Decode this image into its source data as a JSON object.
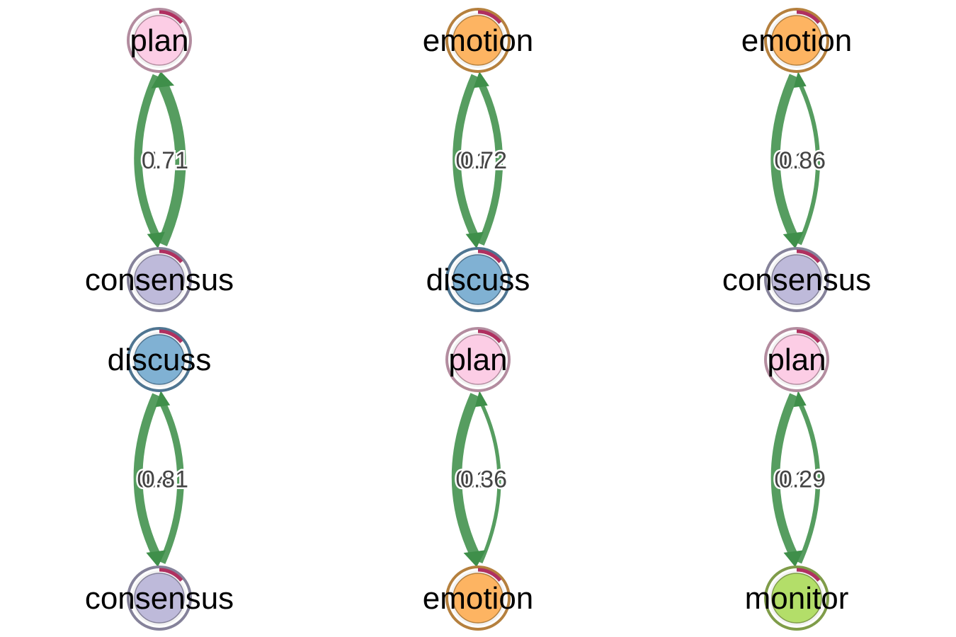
{
  "colors": {
    "edge": "#3f8f4a",
    "pie_accent": "#b03060",
    "states": {
      "plan": {
        "fill": "#fccde5",
        "ring": "#b38c9f"
      },
      "consensus": {
        "fill": "#bebada",
        "ring": "#85829a"
      },
      "emotion": {
        "fill": "#fdb462",
        "ring": "#b5803e"
      },
      "discuss": {
        "fill": "#80b1d3",
        "ring": "#4f7591"
      },
      "monitor": {
        "fill": "#b3de69",
        "ring": "#7f9c49"
      }
    }
  },
  "panels": [
    {
      "top": "plan",
      "bottom": "consensus",
      "down_label": "0.71",
      "up_label": "1",
      "down_weight": 0.71,
      "up_weight": 1.0
    },
    {
      "top": "emotion",
      "bottom": "discuss",
      "down_label": "0.72",
      "up_label": "0.1",
      "down_weight": 0.72,
      "up_weight": 0.6
    },
    {
      "top": "emotion",
      "bottom": "consensus",
      "down_label": "0.86",
      "up_label": "0.1",
      "down_weight": 0.86,
      "up_weight": 0.25
    },
    {
      "top": "discuss",
      "bottom": "consensus",
      "down_label": "0.81",
      "up_label": "0.4",
      "down_weight": 0.81,
      "up_weight": 0.55
    },
    {
      "top": "plan",
      "bottom": "emotion",
      "down_label": "0.36",
      "up_label": "0.1",
      "down_weight": 0.95,
      "up_weight": 0.18
    },
    {
      "top": "plan",
      "bottom": "monitor",
      "down_label": "0.29",
      "up_label": "0.1",
      "down_weight": 0.8,
      "up_weight": 0.3
    }
  ]
}
